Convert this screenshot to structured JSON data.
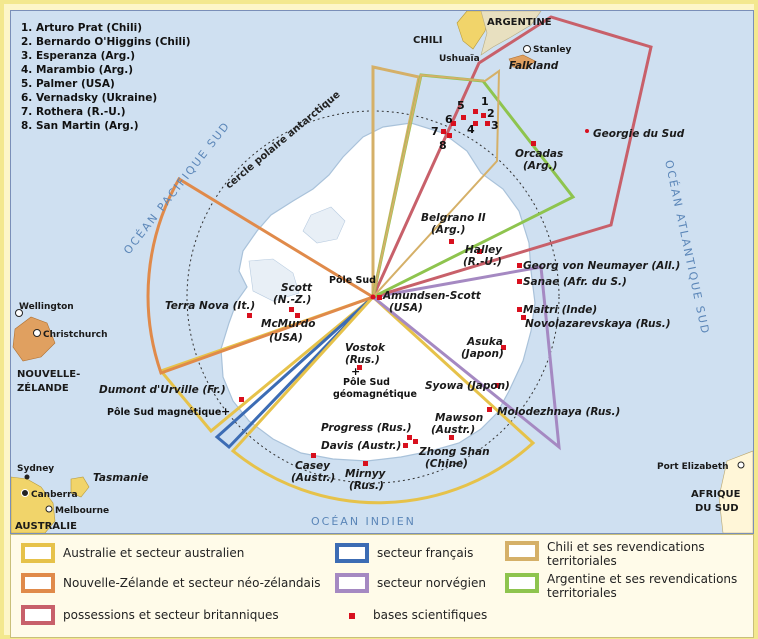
{
  "numbered_list": [
    "1. Arturo Prat (Chili)",
    "2. Bernardo O'Higgins (Chili)",
    "3. Esperanza (Arg.)",
    "4. Marambio (Arg.)",
    "5. Palmer (USA)",
    "6. Vernadsky (Ukraine)",
    "7. Rothera (R.-U.)",
    "8. San Martin (Arg.)"
  ],
  "oceans": {
    "pacific": "OCÉAN PACIFIQUE SUD",
    "atlantic": "OCÉAN ATLANTIQUE SUD",
    "indian": "OCÉAN INDIEN"
  },
  "circle_label": "cercle polaire antarctique",
  "places": {
    "chili": "CHILI",
    "argentine": "ARGENTINE",
    "ushuaia": "Ushuaïa",
    "stanley": "Stanley",
    "falkland": "Falkland",
    "georgie": "Georgie du Sud",
    "wellington": "Wellington",
    "christchurch": "Christchurch",
    "nz1": "NOUVELLE-",
    "nz2": "ZÉLANDE",
    "sydney": "Sydney",
    "tasmanie": "Tasmanie",
    "canberra": "Canberra",
    "melbourne": "Melbourne",
    "australie": "AUSTRALIE",
    "port_elizabeth": "Port Elizabeth",
    "afrique1": "AFRIQUE",
    "afrique2": "DU SUD",
    "pole_sud": "Pôle Sud",
    "pole_geo1": "Pôle Sud",
    "pole_geo2": "géomagnétique",
    "pole_mag": "Pôle Sud magnétique"
  },
  "stations": {
    "orcadas1": "Orcadas",
    "orcadas2": "(Arg.)",
    "belgrano1": "Belgrano II",
    "belgrano2": "(Arg.)",
    "halley1": "Halley",
    "halley2": "(R.-U.)",
    "neumayer": "Georg von Neumayer (All.)",
    "sanae": "Sanae (Afr. du S.)",
    "maitri": "Maitri (Inde)",
    "novo": "Novolazarevskaya (Rus.)",
    "asuka1": "Asuka",
    "asuka2": "(Japon)",
    "syowa": "Syowa (Japon)",
    "molo": "Molodezhnaya (Rus.)",
    "mawson1": "Mawson",
    "mawson2": "(Austr.)",
    "zhong1": "Zhong Shan",
    "zhong2": "(Chine)",
    "progress": "Progress (Rus.)",
    "davis": "Davis (Austr.)",
    "mirnyy1": "Mirnyy",
    "mirnyy2": "(Rus.)",
    "casey1": "Casey",
    "casey2": "(Austr.)",
    "vostok1": "Vostok",
    "vostok2": "(Rus.)",
    "dumont": "Dumont d'Urville (Fr.)",
    "terranova": "Terra Nova (It.)",
    "scott1": "Scott",
    "scott2": "(N.-Z.)",
    "mcmurdo1": "McMurdo",
    "mcmurdo2": "(USA)",
    "amundsen1": "Amundsen-Scott",
    "amundsen2": "(USA)",
    "n1": "1",
    "n2": "2",
    "n3": "3",
    "n4": "4",
    "n5": "5",
    "n6": "6",
    "n7": "7",
    "n8": "8"
  },
  "legend": {
    "australie": "Australie et secteur australien",
    "nz": "Nouvelle-Zélande et secteur néo-zélandais",
    "britannique": "possessions et secteur britanniques",
    "france": "secteur français",
    "norvege": "secteur norvégien",
    "bases": "bases scientifiques",
    "chili1": "Chili et ses revendications",
    "chili2": "territoriales",
    "argentine1": "Argentine et ses revendications",
    "argentine2": "territoriales"
  },
  "colors": {
    "ocean": "#cfe0f1",
    "ice": "#ffffff",
    "australia": "#e6c24a",
    "new_zealand": "#e08a4a",
    "british": "#c8606a",
    "france": "#3c6cb4",
    "norway": "#a589c2",
    "chile": "#d5b068",
    "argentina": "#8ec44e",
    "base": "#d8101e"
  }
}
